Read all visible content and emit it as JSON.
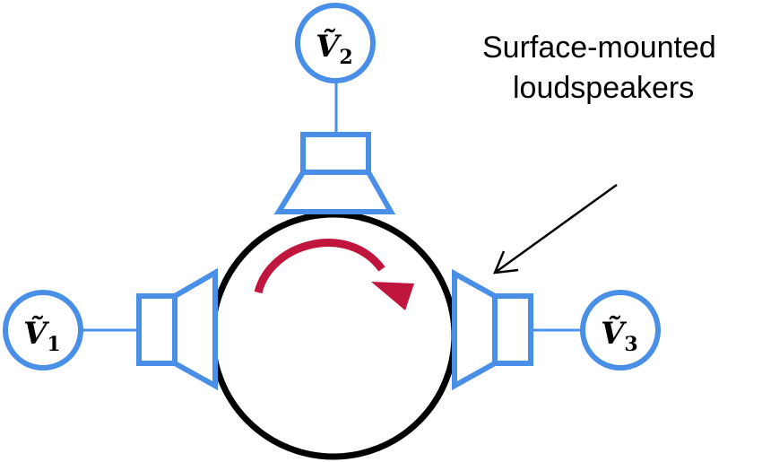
{
  "annotation": {
    "line1": "Surface-mounted",
    "line2": "loudspeakers"
  },
  "sources": [
    {
      "symbol": "Ṽ",
      "subscript": "1"
    },
    {
      "symbol": "Ṽ",
      "subscript": "2"
    },
    {
      "symbol": "Ṽ",
      "subscript": "3"
    }
  ],
  "colors": {
    "speaker": "#4a8fe7",
    "sphere": "#000000",
    "rotation_arrow": "#c0163e"
  },
  "icons": {
    "rotation": "curved-arrow-clockwise-icon",
    "pointer": "arrow-pointer-icon"
  }
}
